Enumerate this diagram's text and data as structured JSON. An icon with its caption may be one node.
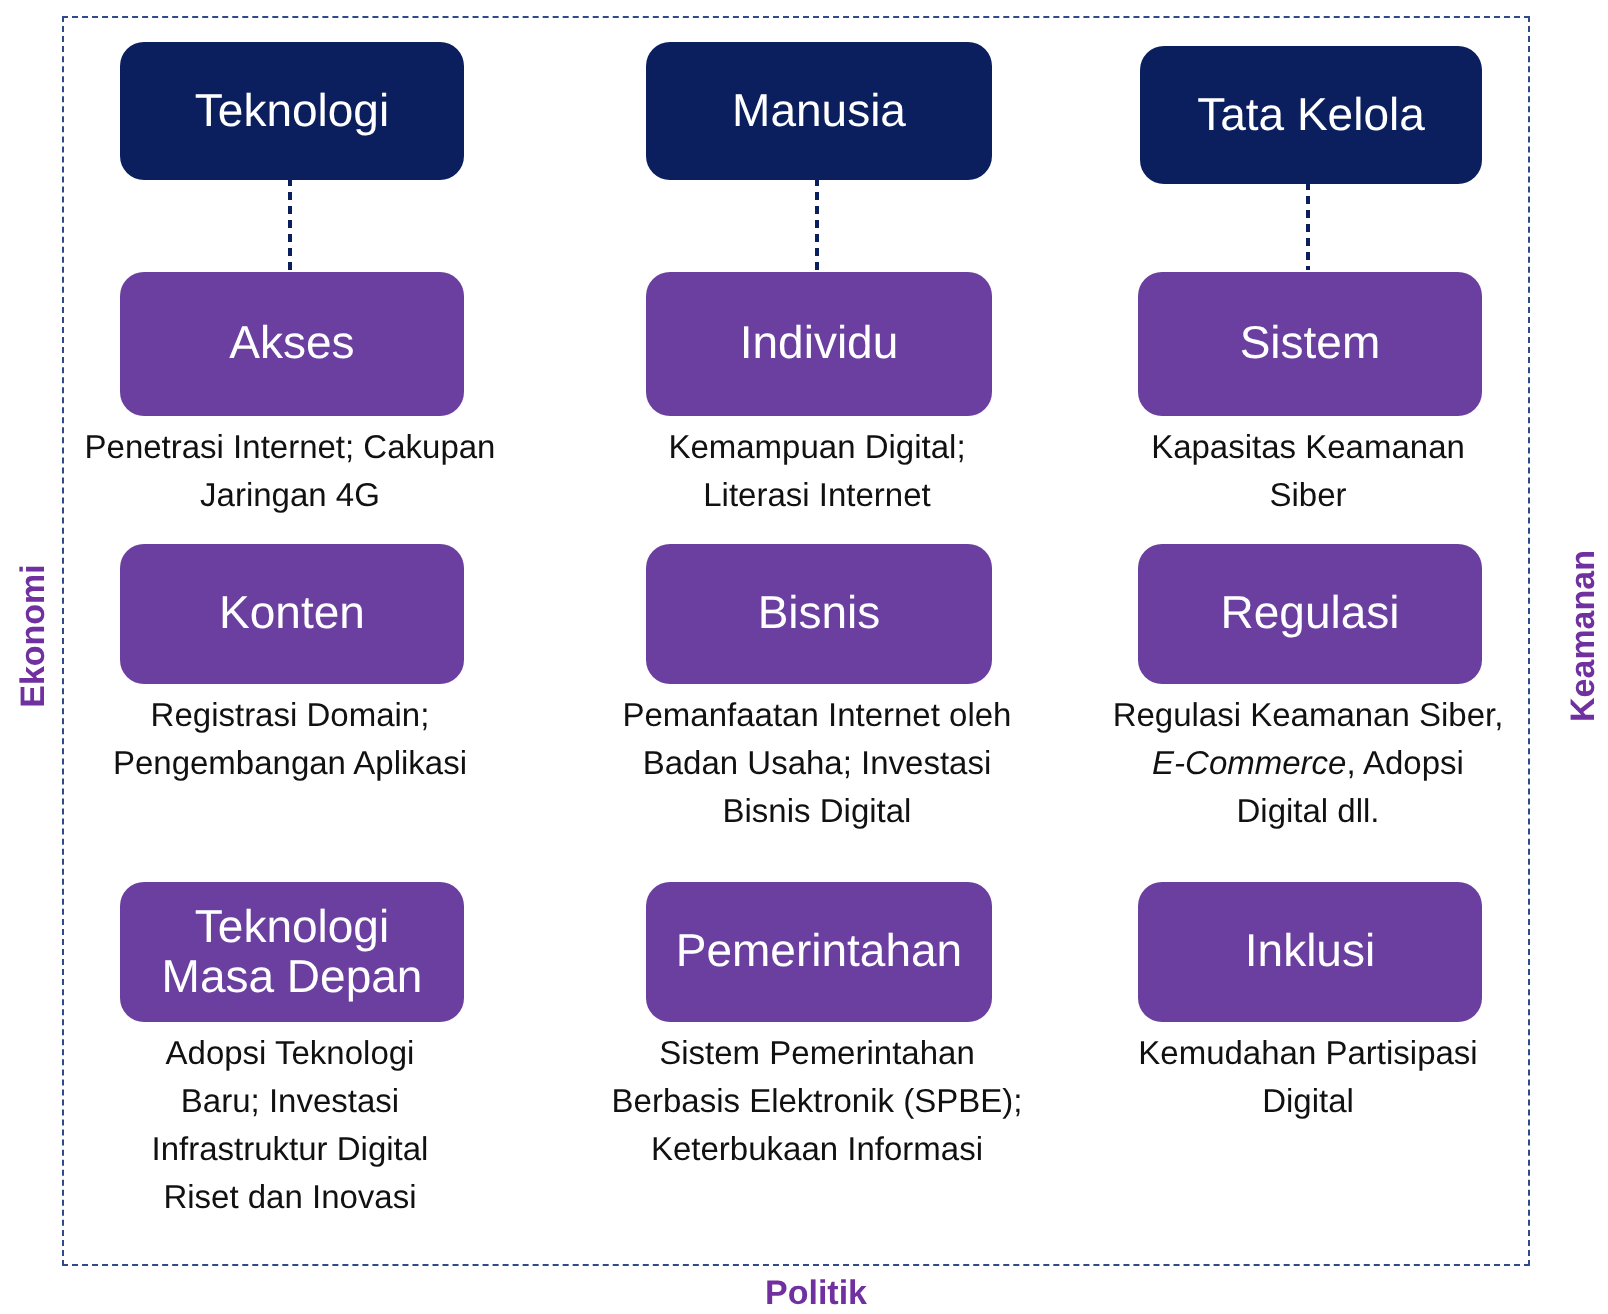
{
  "diagram": {
    "nodes": [
      {
        "text": [
          "Ekonomi",
          "Keamanan",
          "Politik"
        ]
      },
      {
        "text": [
          "Teknologi"
        ],
        "in": 0
      },
      {
        "text": [
          "Manusia"
        ],
        "in": 0
      },
      {
        "text": [
          "Tata Kelola"
        ],
        "in": 0
      },
      {
        "text": [
          "Akses"
        ],
        "in": 0,
        "beside": [
          "Penetrasi Internet; Cakupan Jaringan 4G"
        ]
      },
      {
        "text": [
          "Individu"
        ],
        "in": 0,
        "beside": [
          "Kemampuan Digital; Literasi Internet"
        ]
      },
      {
        "text": [
          "Sistem"
        ],
        "in": 0,
        "beside": [
          "Kapasitas Keamanan Siber"
        ]
      },
      {
        "text": [
          "Konten"
        ],
        "in": 0,
        "beside": [
          "Registrasi Domain; Pengembangan Aplikasi"
        ]
      },
      {
        "text": [
          "Bisnis"
        ],
        "in": 0,
        "beside": [
          "Pemanfaatan Internet oleh Badan Usaha; Investasi Bisnis Digital"
        ]
      },
      {
        "text": [
          "Regulasi"
        ],
        "in": 0,
        "beside": [
          "Regulasi Keamanan Siber, *E-Commerce*, Adopsi Digital dll."
        ]
      },
      {
        "text": [
          "Teknologi Masa Depan"
        ],
        "in": 0,
        "beside": [
          "Adopsi Teknologi Baru; Investasi Infrastruktur Digital Riset dan Inovasi"
        ]
      },
      {
        "text": [
          "Pemerintahan"
        ],
        "in": 0,
        "beside": [
          "Sistem Pemerintahan Berbasis Elektronik (SPBE); Keterbukaan Informasi"
        ]
      },
      {
        "text": [
          "Inklusi"
        ],
        "in": 0,
        "beside": [
          "Kemudahan Partisipasi Digital"
        ]
      }
    ],
    "edges": [
      {
        "from": 1,
        "to": 4,
        "arrow": "none",
        "style": "dashed"
      },
      {
        "from": 2,
        "to": 5,
        "arrow": "none",
        "style": "dashed"
      },
      {
        "from": 3,
        "to": 6,
        "arrow": "none",
        "style": "dashed"
      }
    ]
  }
}
